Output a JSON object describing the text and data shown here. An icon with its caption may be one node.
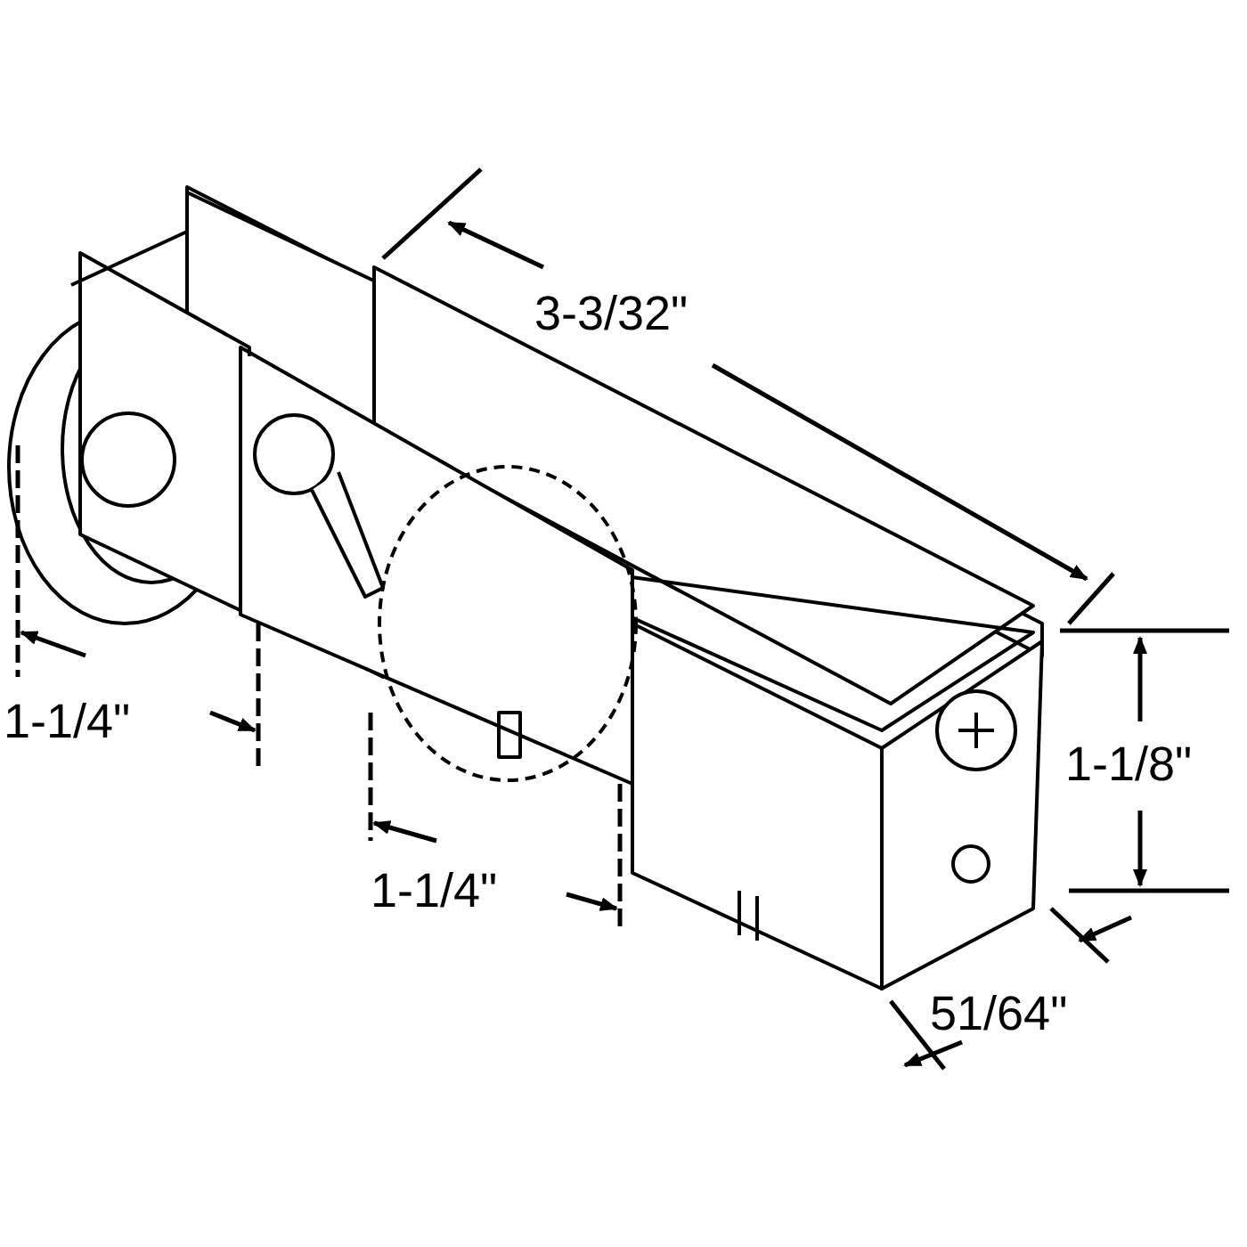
{
  "diagram": {
    "labels": [
      "3-3/32\"",
      "1-1/4\"",
      "1-1/8\"",
      "1-1/4\"",
      "51/64\""
    ]
  }
}
